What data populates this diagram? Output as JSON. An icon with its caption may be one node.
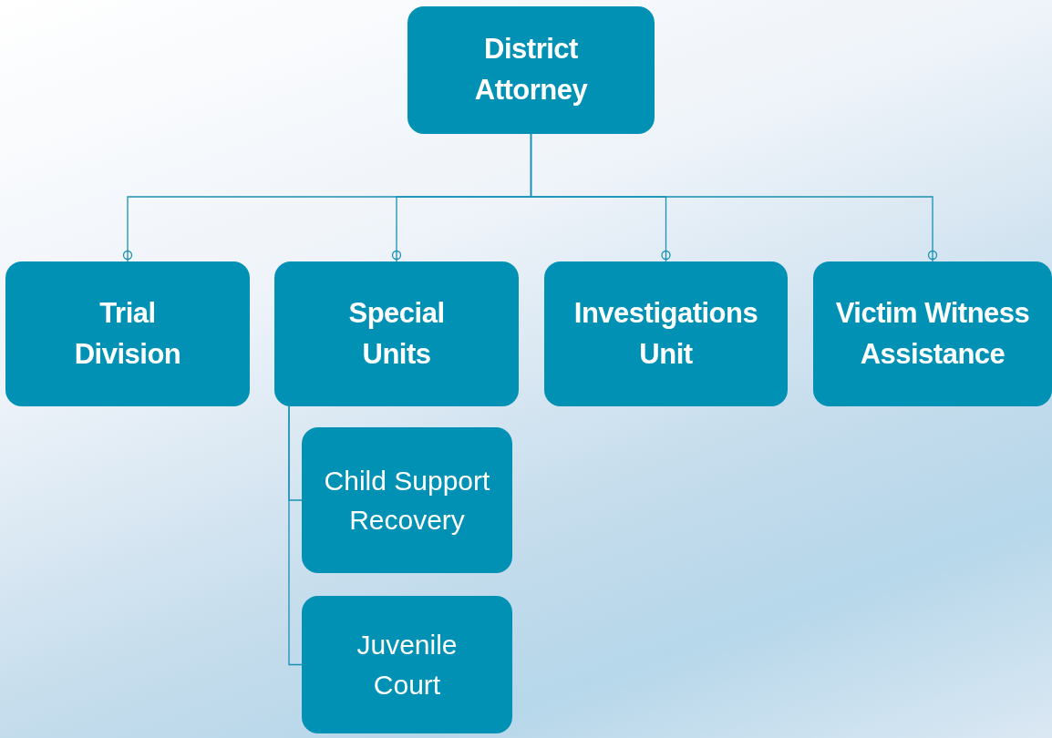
{
  "diagram": {
    "nodes": [
      {
        "text": [
          "District Attorney"
        ]
      },
      {
        "text": [
          "Trial Division"
        ]
      },
      {
        "text": [
          "Special Units"
        ]
      },
      {
        "text": [
          "Investigations Unit"
        ]
      },
      {
        "text": [
          "Victim Witness Assistance"
        ]
      },
      {
        "text": [
          "Child Support Recovery"
        ]
      },
      {
        "text": [
          "Juvenile Court"
        ]
      }
    ],
    "edges": [
      {
        "from": 0,
        "to": 1,
        "arrow": "other"
      },
      {
        "from": 0,
        "to": 2,
        "arrow": "other"
      },
      {
        "from": 0,
        "to": 3,
        "arrow": "other"
      },
      {
        "from": 0,
        "to": 4,
        "arrow": "other"
      },
      {
        "from": 2,
        "to": 5,
        "arrow": "none"
      },
      {
        "from": 2,
        "to": 6,
        "arrow": "none"
      }
    ]
  }
}
